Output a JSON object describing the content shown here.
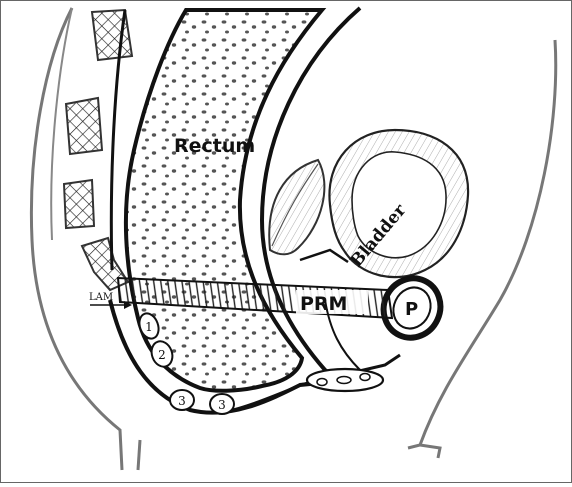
{
  "diagram": {
    "labels": {
      "rectum": "Rectum",
      "bladder": "Bladder",
      "prm": "PRM",
      "p": "P",
      "lam": "LAM"
    },
    "numbered_markers": [
      "1",
      "2",
      "3",
      "3"
    ]
  },
  "colors": {
    "ink": "#111111",
    "background": "#ffffff",
    "shading": "#7a7a7a"
  }
}
